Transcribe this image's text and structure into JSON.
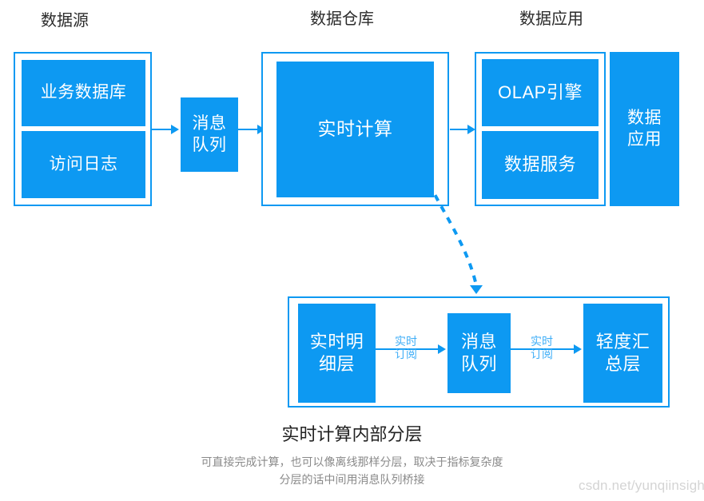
{
  "sections": [
    {
      "id": "source",
      "label": "数据源"
    },
    {
      "id": "warehouse",
      "label": "数据仓库"
    },
    {
      "id": "app",
      "label": "数据应用"
    }
  ],
  "source_panel": {
    "boxes": [
      {
        "lines": [
          "业务数据库"
        ]
      },
      {
        "lines": [
          "访问日志"
        ]
      }
    ]
  },
  "queue_box": {
    "lines": [
      "消息",
      "队列"
    ]
  },
  "warehouse_panel": {
    "box": {
      "lines": [
        "实时计算"
      ]
    }
  },
  "app_panel": {
    "boxes": [
      {
        "lines": [
          "OLAP引擎"
        ]
      },
      {
        "lines": [
          "数据服务"
        ]
      }
    ],
    "side_box": {
      "lines": [
        "数据",
        "应用"
      ]
    }
  },
  "layer_panel": {
    "boxes": [
      {
        "id": "dwd",
        "lines": [
          "实时明",
          "细层"
        ]
      },
      {
        "id": "mq",
        "lines": [
          "消息",
          "队列"
        ]
      },
      {
        "id": "dws",
        "lines": [
          "轻度汇",
          "总层"
        ]
      }
    ],
    "edge_labels": [
      {
        "lines": [
          "实时",
          "订阅"
        ]
      },
      {
        "lines": [
          "实时",
          "订阅"
        ]
      }
    ]
  },
  "bottom": {
    "title": "实时计算内部分层",
    "note_lines": [
      "可直接完成计算，也可以像离线那样分层，取决于指标复杂度",
      "分层的话中间用消息队列桥接"
    ]
  },
  "watermark": {
    "text": "csdn.net/yunqiinsight"
  },
  "colors": {
    "blue": "#0D99F2",
    "light_blue": "#3FAEF7",
    "title": "#2b2b2b",
    "note": "#8a8a8a",
    "watermark": "#d4d4d4",
    "background": "#ffffff"
  }
}
